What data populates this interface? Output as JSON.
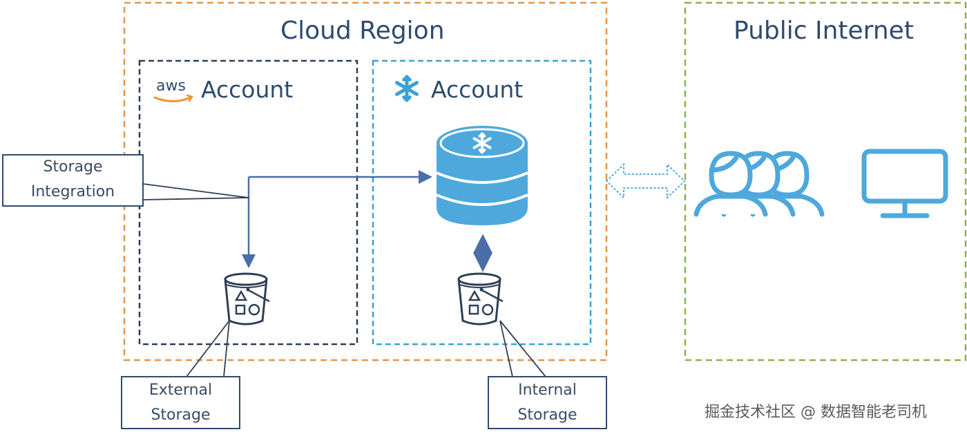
{
  "cloud_region": {
    "title": "Cloud Region"
  },
  "public_internet": {
    "title": "Public Internet"
  },
  "aws_account": {
    "logo_text": "aws",
    "title": "Account"
  },
  "snowflake_account": {
    "title": "Account"
  },
  "callouts": {
    "storage_integration": [
      "Storage",
      "Integration"
    ],
    "external_storage": [
      "External",
      "Storage"
    ],
    "internal_storage": [
      "Internal",
      "Storage"
    ]
  },
  "watermark": "掘金技术社区 @ 数据智能老司机",
  "colors": {
    "cloud_region_border": "#e8934a",
    "public_internet_border": "#8db04a",
    "aws_border": "#2d3e55",
    "snowflake_border": "#3aa2d4",
    "snowflake_blue": "#4ea8dc",
    "connector": "#4a6ea9",
    "callout_border": "#2e4a6e",
    "people_icon": "#4ea8dc"
  },
  "icons": [
    "aws-logo",
    "snowflake-icon",
    "database-icon",
    "bucket-icon",
    "users-icon",
    "monitor-icon",
    "double-arrow-icon"
  ]
}
